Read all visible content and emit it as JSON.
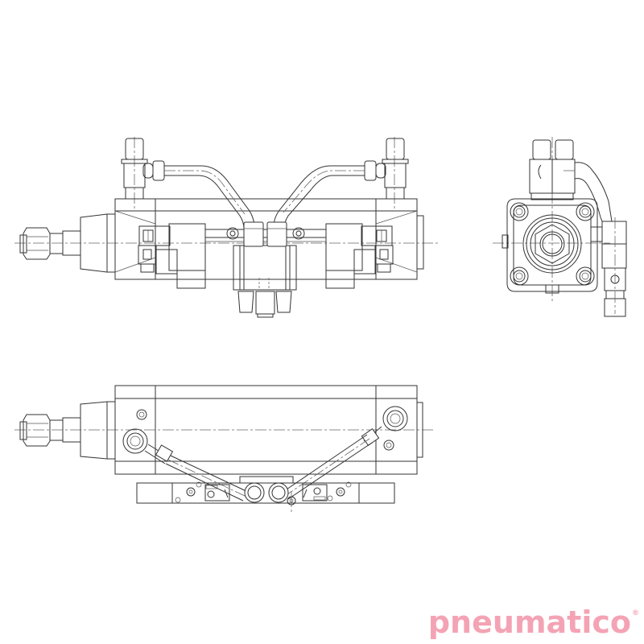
{
  "drawing": {
    "subject": "pneumatic cylinder with mounted valves, technical line drawing",
    "views": [
      {
        "name": "front-view",
        "description": "side elevation with tubing and fittings on top"
      },
      {
        "name": "end-view",
        "description": "end face with four tie-rod bolts and central rod"
      },
      {
        "name": "bottom-view",
        "description": "plan view with valve block and diagonal tubing"
      }
    ],
    "line_color": "#333333",
    "background": "#ffffff"
  },
  "logo": {
    "text": "pneumatico",
    "registered_mark": "®",
    "color": "#f4a3b4"
  }
}
